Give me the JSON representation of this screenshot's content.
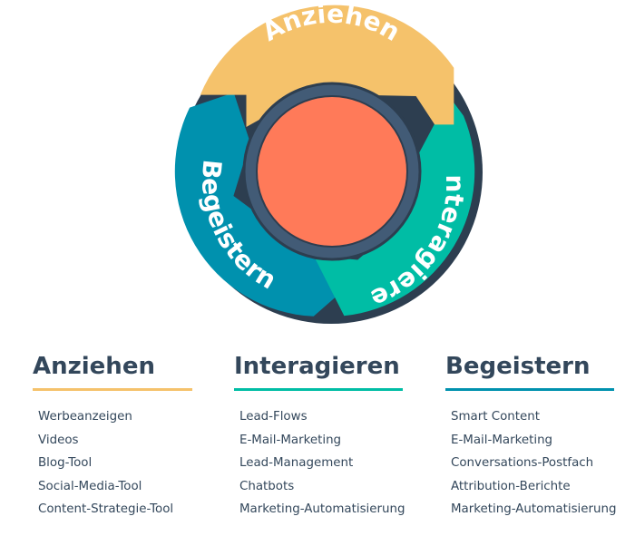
{
  "flywheel": {
    "segments": [
      {
        "label": "Anziehen",
        "color": "#f5c26b"
      },
      {
        "label": "Interagieren",
        "color": "#00bda5"
      },
      {
        "label": "Begeistern",
        "color": "#0091ae"
      }
    ],
    "outline_color": "#2d3e50",
    "hub_ring_color": "#425b76",
    "hub_color": "#ff7a59"
  },
  "columns": [
    {
      "title": "Anziehen",
      "rule_color": "#f5c26b",
      "items": [
        "Werbeanzeigen",
        "Videos",
        "Blog-Tool",
        "Social-Media-Tool",
        "Content-Strategie-Tool"
      ]
    },
    {
      "title": "Interagieren",
      "rule_color": "#00bda5",
      "items": [
        "Lead-Flows",
        "E-Mail-Marketing",
        "Lead-Management",
        "Chatbots",
        "Marketing-Automatisierung"
      ]
    },
    {
      "title": "Begeistern",
      "rule_color": "#0091ae",
      "items": [
        "Smart Content",
        "E-Mail-Marketing",
        "Conversations-Postfach",
        "Attribution-Berichte",
        "Marketing-Automatisierung"
      ]
    }
  ]
}
